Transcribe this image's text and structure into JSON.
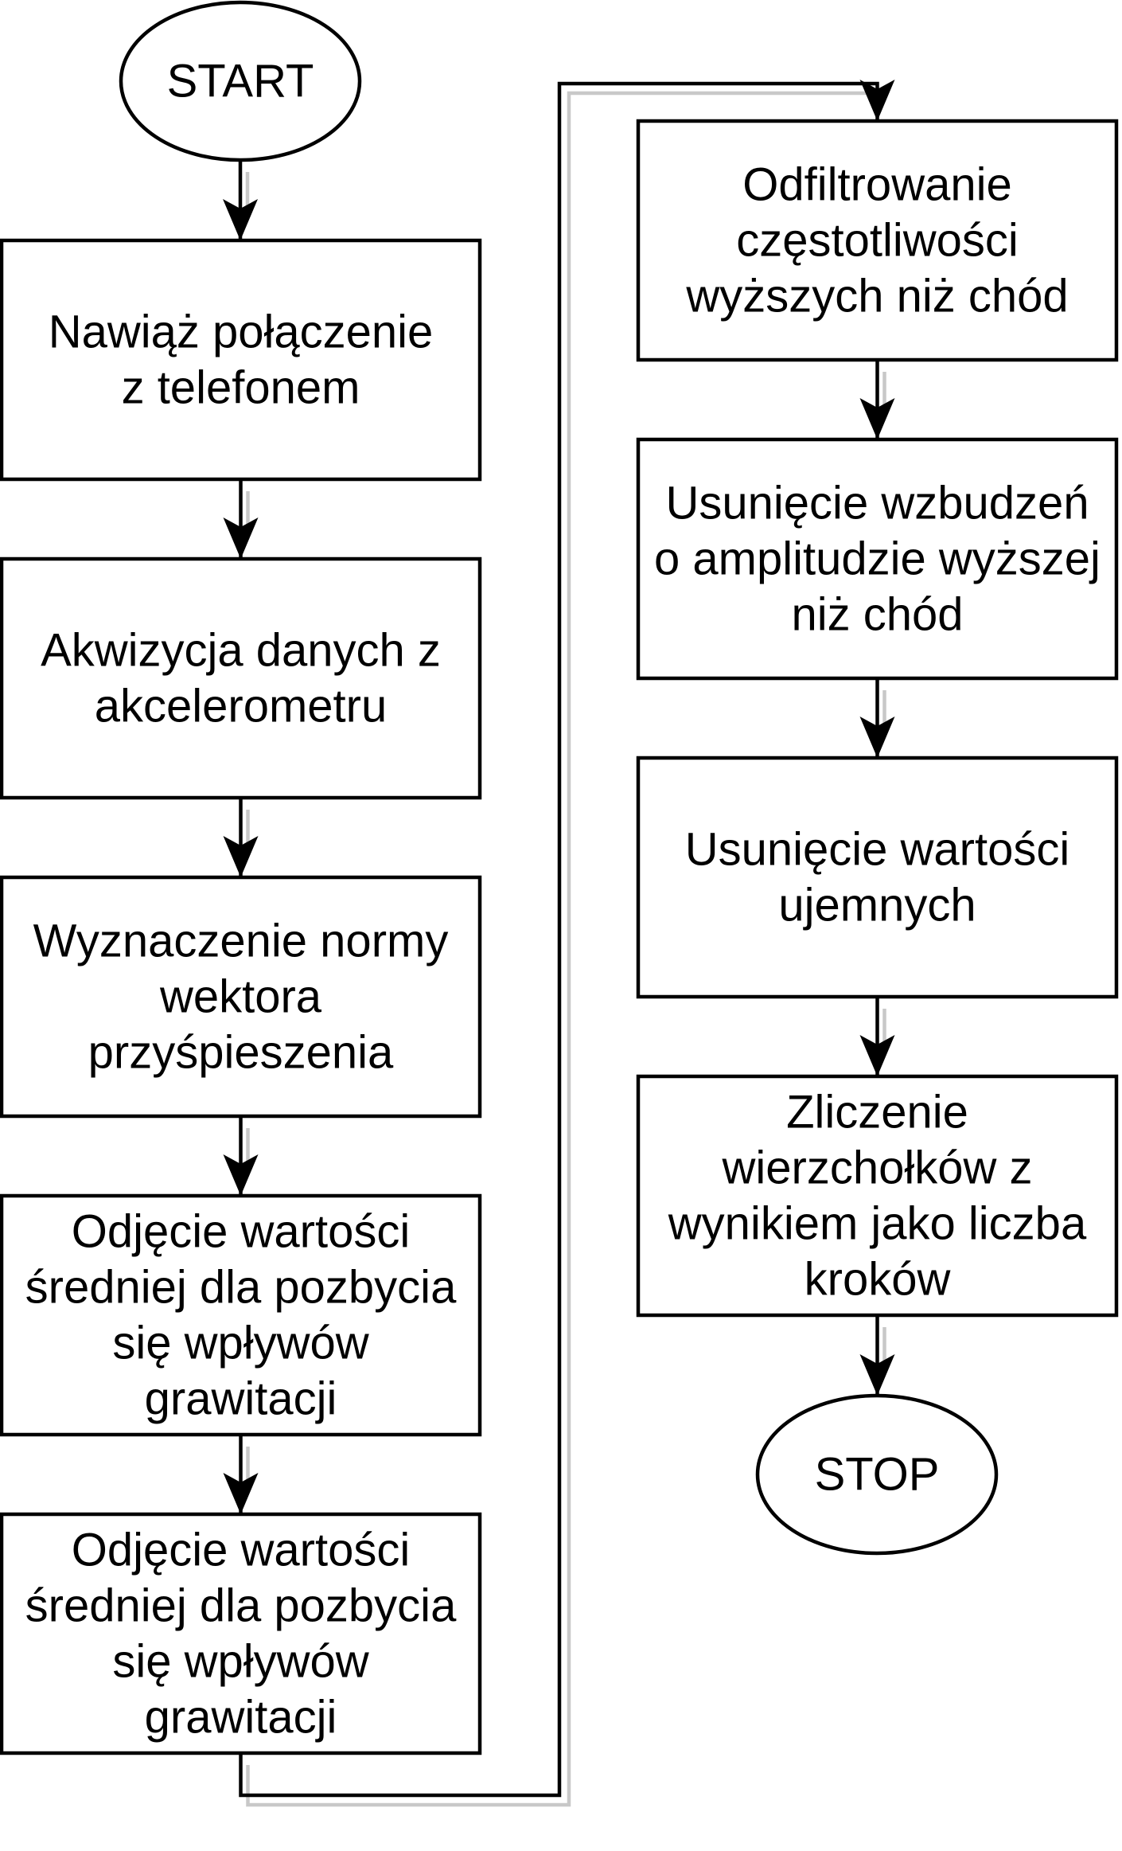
{
  "diagram": {
    "colors": {
      "stroke": "#000000",
      "shadow": "#c8c8c8",
      "fill": "#ffffff"
    },
    "nodes": [
      {
        "id": "start",
        "shape": "ellipse",
        "lines": [
          "START"
        ]
      },
      {
        "id": "step1",
        "shape": "rect",
        "lines": [
          "Nawiąż połączenie",
          "z telefonem"
        ]
      },
      {
        "id": "step2",
        "shape": "rect",
        "lines": [
          "Akwizycja danych z",
          "akcelerometru"
        ]
      },
      {
        "id": "step3",
        "shape": "rect",
        "lines": [
          "Wyznaczenie normy",
          "wektora",
          "przyśpieszenia"
        ]
      },
      {
        "id": "step4",
        "shape": "rect",
        "lines": [
          "Odjęcie wartości",
          "średniej dla pozbycia",
          "się wpływów",
          "grawitacji"
        ]
      },
      {
        "id": "step5",
        "shape": "rect",
        "lines": [
          "Odjęcie wartości",
          "średniej dla pozbycia",
          "się wpływów",
          "grawitacji"
        ]
      },
      {
        "id": "step6",
        "shape": "rect",
        "lines": [
          "Odfiltrowanie",
          "częstotliwości",
          "wyższych niż chód"
        ]
      },
      {
        "id": "step7",
        "shape": "rect",
        "lines": [
          "Usunięcie wzbudzeń",
          "o amplitudzie wyższej",
          "niż chód"
        ]
      },
      {
        "id": "step8",
        "shape": "rect",
        "lines": [
          "Usunięcie wartości",
          "ujemnych"
        ]
      },
      {
        "id": "step9",
        "shape": "rect",
        "lines": [
          "Zliczenie",
          "wierzchołków z",
          "wynikiem jako liczba",
          "kroków"
        ]
      },
      {
        "id": "stop",
        "shape": "ellipse",
        "lines": [
          "STOP"
        ]
      }
    ],
    "edges": [
      {
        "from": "start",
        "to": "step1"
      },
      {
        "from": "step1",
        "to": "step2"
      },
      {
        "from": "step2",
        "to": "step3"
      },
      {
        "from": "step3",
        "to": "step4"
      },
      {
        "from": "step4",
        "to": "step5"
      },
      {
        "from": "step5",
        "to": "step6"
      },
      {
        "from": "step6",
        "to": "step7"
      },
      {
        "from": "step7",
        "to": "step8"
      },
      {
        "from": "step8",
        "to": "step9"
      },
      {
        "from": "step9",
        "to": "stop"
      }
    ]
  }
}
